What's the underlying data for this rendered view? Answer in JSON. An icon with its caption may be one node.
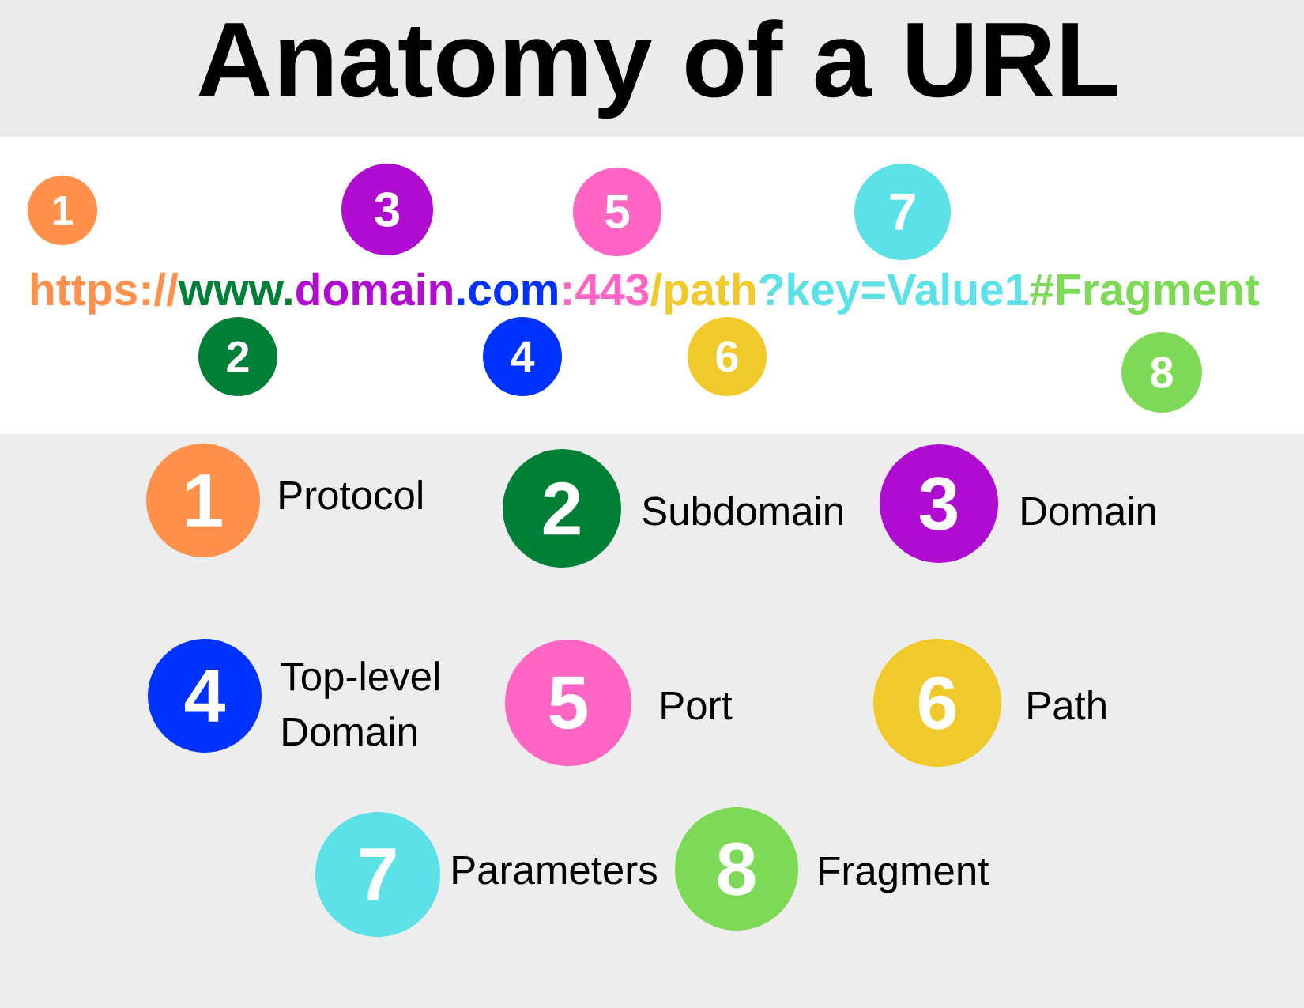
{
  "diagram": {
    "title": "Anatomy of a URL",
    "nodes": [
      {
        "text": [
          "1"
        ]
      },
      {
        "text": [
          "2"
        ]
      },
      {
        "text": [
          "3"
        ]
      },
      {
        "text": [
          "4"
        ]
      },
      {
        "text": [
          "5"
        ]
      },
      {
        "text": [
          "6"
        ]
      },
      {
        "text": [
          "7"
        ]
      },
      {
        "text": [
          "8"
        ]
      },
      {
        "text": [
          "1"
        ],
        "beside": [
          "Protocol"
        ]
      },
      {
        "text": [
          "2"
        ],
        "beside": [
          "Subdomain"
        ]
      },
      {
        "text": [
          "3"
        ],
        "beside": [
          "Domain"
        ]
      },
      {
        "text": [
          "4"
        ],
        "beside": [
          "Top-level Domain"
        ]
      },
      {
        "text": [
          "5"
        ],
        "beside": [
          "Port"
        ]
      },
      {
        "text": [
          "6"
        ],
        "beside": [
          "Path"
        ]
      },
      {
        "text": [
          "7"
        ],
        "beside": [
          "Parameters"
        ]
      },
      {
        "text": [
          "8"
        ],
        "beside": [
          "Fragment"
        ]
      }
    ],
    "labels": [
      "https://",
      "www.",
      "domain",
      ".com",
      ":443",
      "/path",
      "?key=Value1",
      "#Fragment"
    ]
  }
}
